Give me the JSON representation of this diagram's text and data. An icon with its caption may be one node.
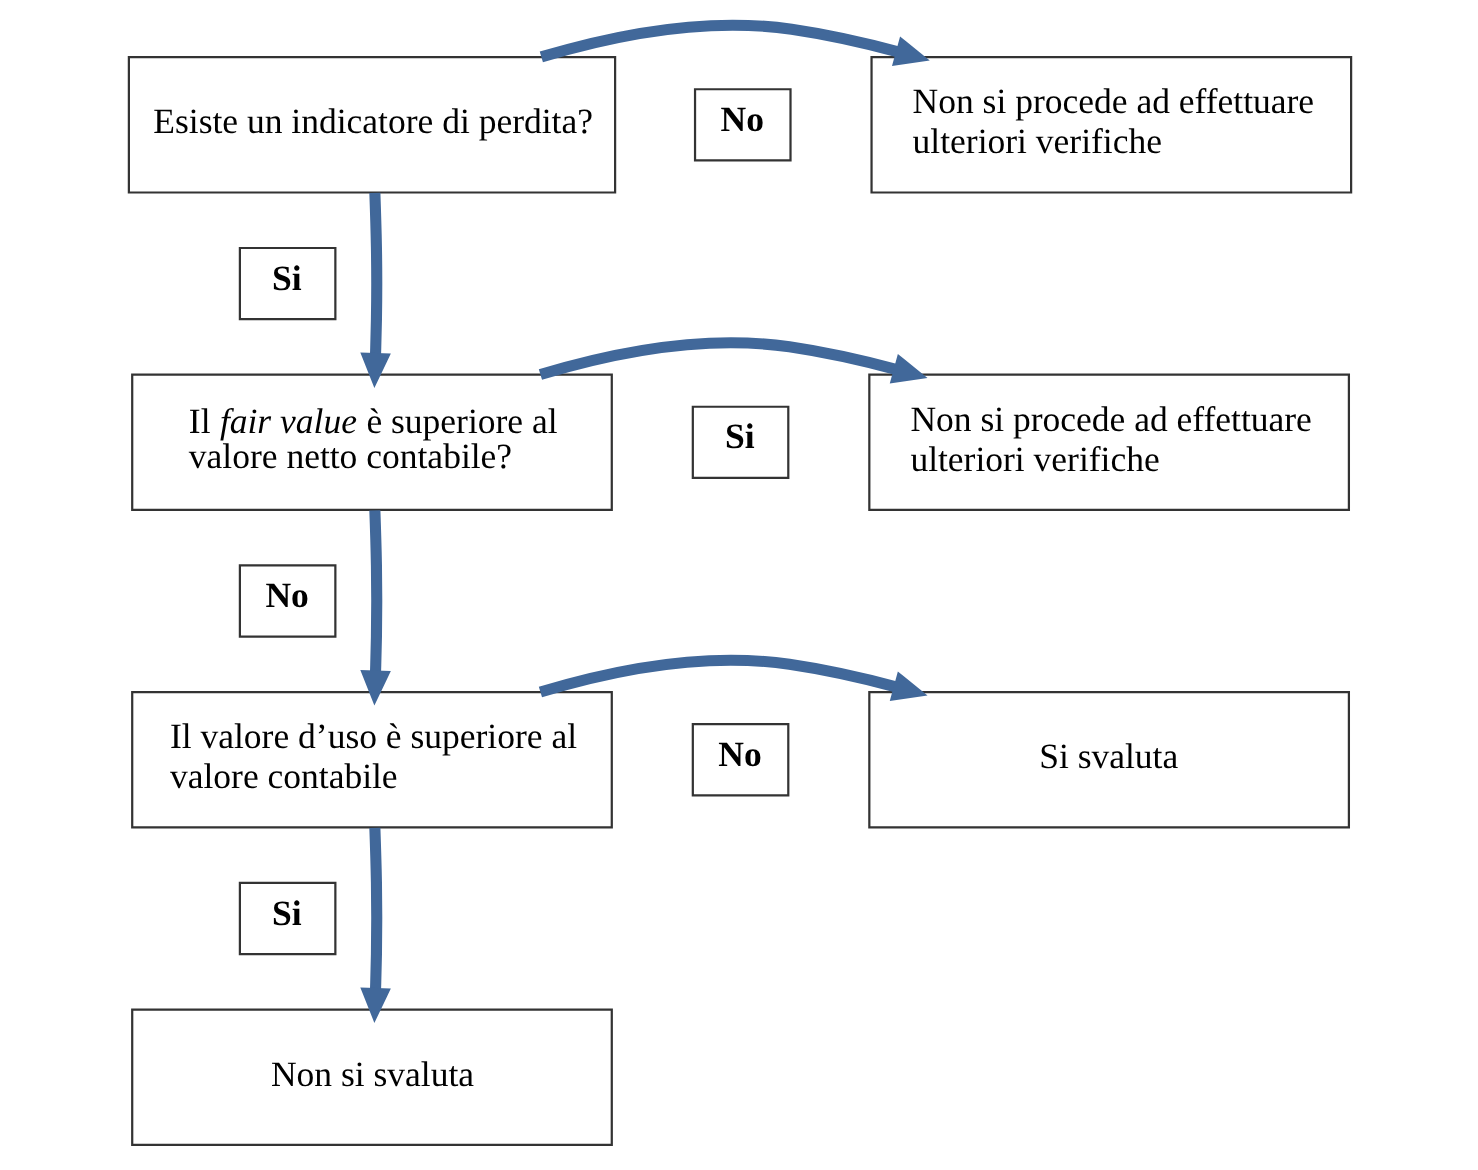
{
  "diagram": {
    "nodes": [
      {
        "text": [
          "Esiste un indicatore di perdita?"
        ]
      },
      {
        "text": [
          "No"
        ]
      },
      {
        "text": [
          "Non si procede ad effettuare ulteriori verifiche"
        ]
      },
      {
        "text": [
          "Si"
        ]
      },
      {
        "text": [
          "Il *fair value* è superiore al valore netto contabile?"
        ]
      },
      {
        "text": [
          "Si"
        ]
      },
      {
        "text": [
          "Non si procede ad effettuare ulteriori verifiche"
        ]
      },
      {
        "text": [
          "No"
        ]
      },
      {
        "text": [
          "Il valore d’uso è superiore al valore contabile"
        ]
      },
      {
        "text": [
          "No"
        ]
      },
      {
        "text": [
          "Si svaluta"
        ]
      },
      {
        "text": [
          "Si"
        ]
      },
      {
        "text": [
          "Non si svaluta"
        ]
      }
    ],
    "edges": [
      {
        "from": 0,
        "to": 2,
        "arrow": "to"
      },
      {
        "from": 0,
        "to": 4,
        "arrow": "to"
      },
      {
        "from": 4,
        "to": 6,
        "arrow": "to"
      },
      {
        "from": 4,
        "to": 8,
        "arrow": "to"
      },
      {
        "from": 8,
        "to": 10,
        "arrow": "to"
      },
      {
        "from": 8,
        "to": 12,
        "arrow": "to"
      }
    ]
  }
}
